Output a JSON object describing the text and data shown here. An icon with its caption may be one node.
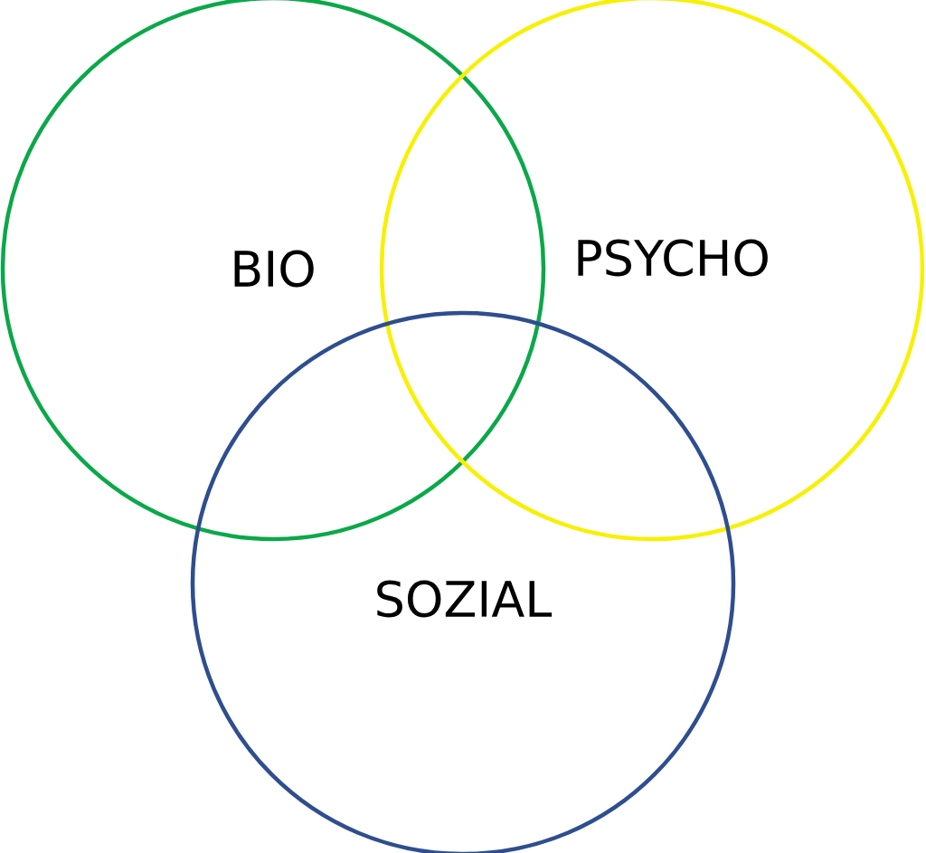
{
  "diagram": {
    "nodes": [
      {
        "text": [
          "BIO"
        ]
      },
      {
        "text": [
          "PSYCHO"
        ]
      },
      {
        "text": [
          "SOZIAL"
        ]
      }
    ]
  }
}
